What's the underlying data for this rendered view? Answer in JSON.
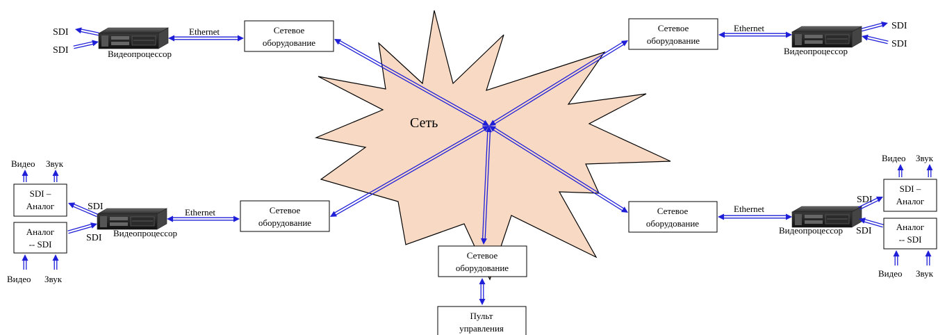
{
  "network": {
    "label": "Сеть",
    "fill": "#f7d9c4"
  },
  "colors": {
    "arrow": "#1f1fd8",
    "box_border": "#000000"
  },
  "labels": {
    "network_equipment_line1": "Сетевое",
    "network_equipment_line2": "оборудование",
    "ethernet": "Ethernet",
    "videoprocessor": "Видеопроцессор",
    "sdi": "SDI",
    "video": "Видео",
    "sound": "Звук",
    "sdi_analog_line1": "SDI –",
    "sdi_analog_line2": "Аналог",
    "analog_sdi_line1": "Аналог",
    "analog_sdi_line2": "-- SDI",
    "control_line1": "Пульт",
    "control_line2": "управления"
  },
  "icons": {
    "server": "rack-server-icon"
  }
}
